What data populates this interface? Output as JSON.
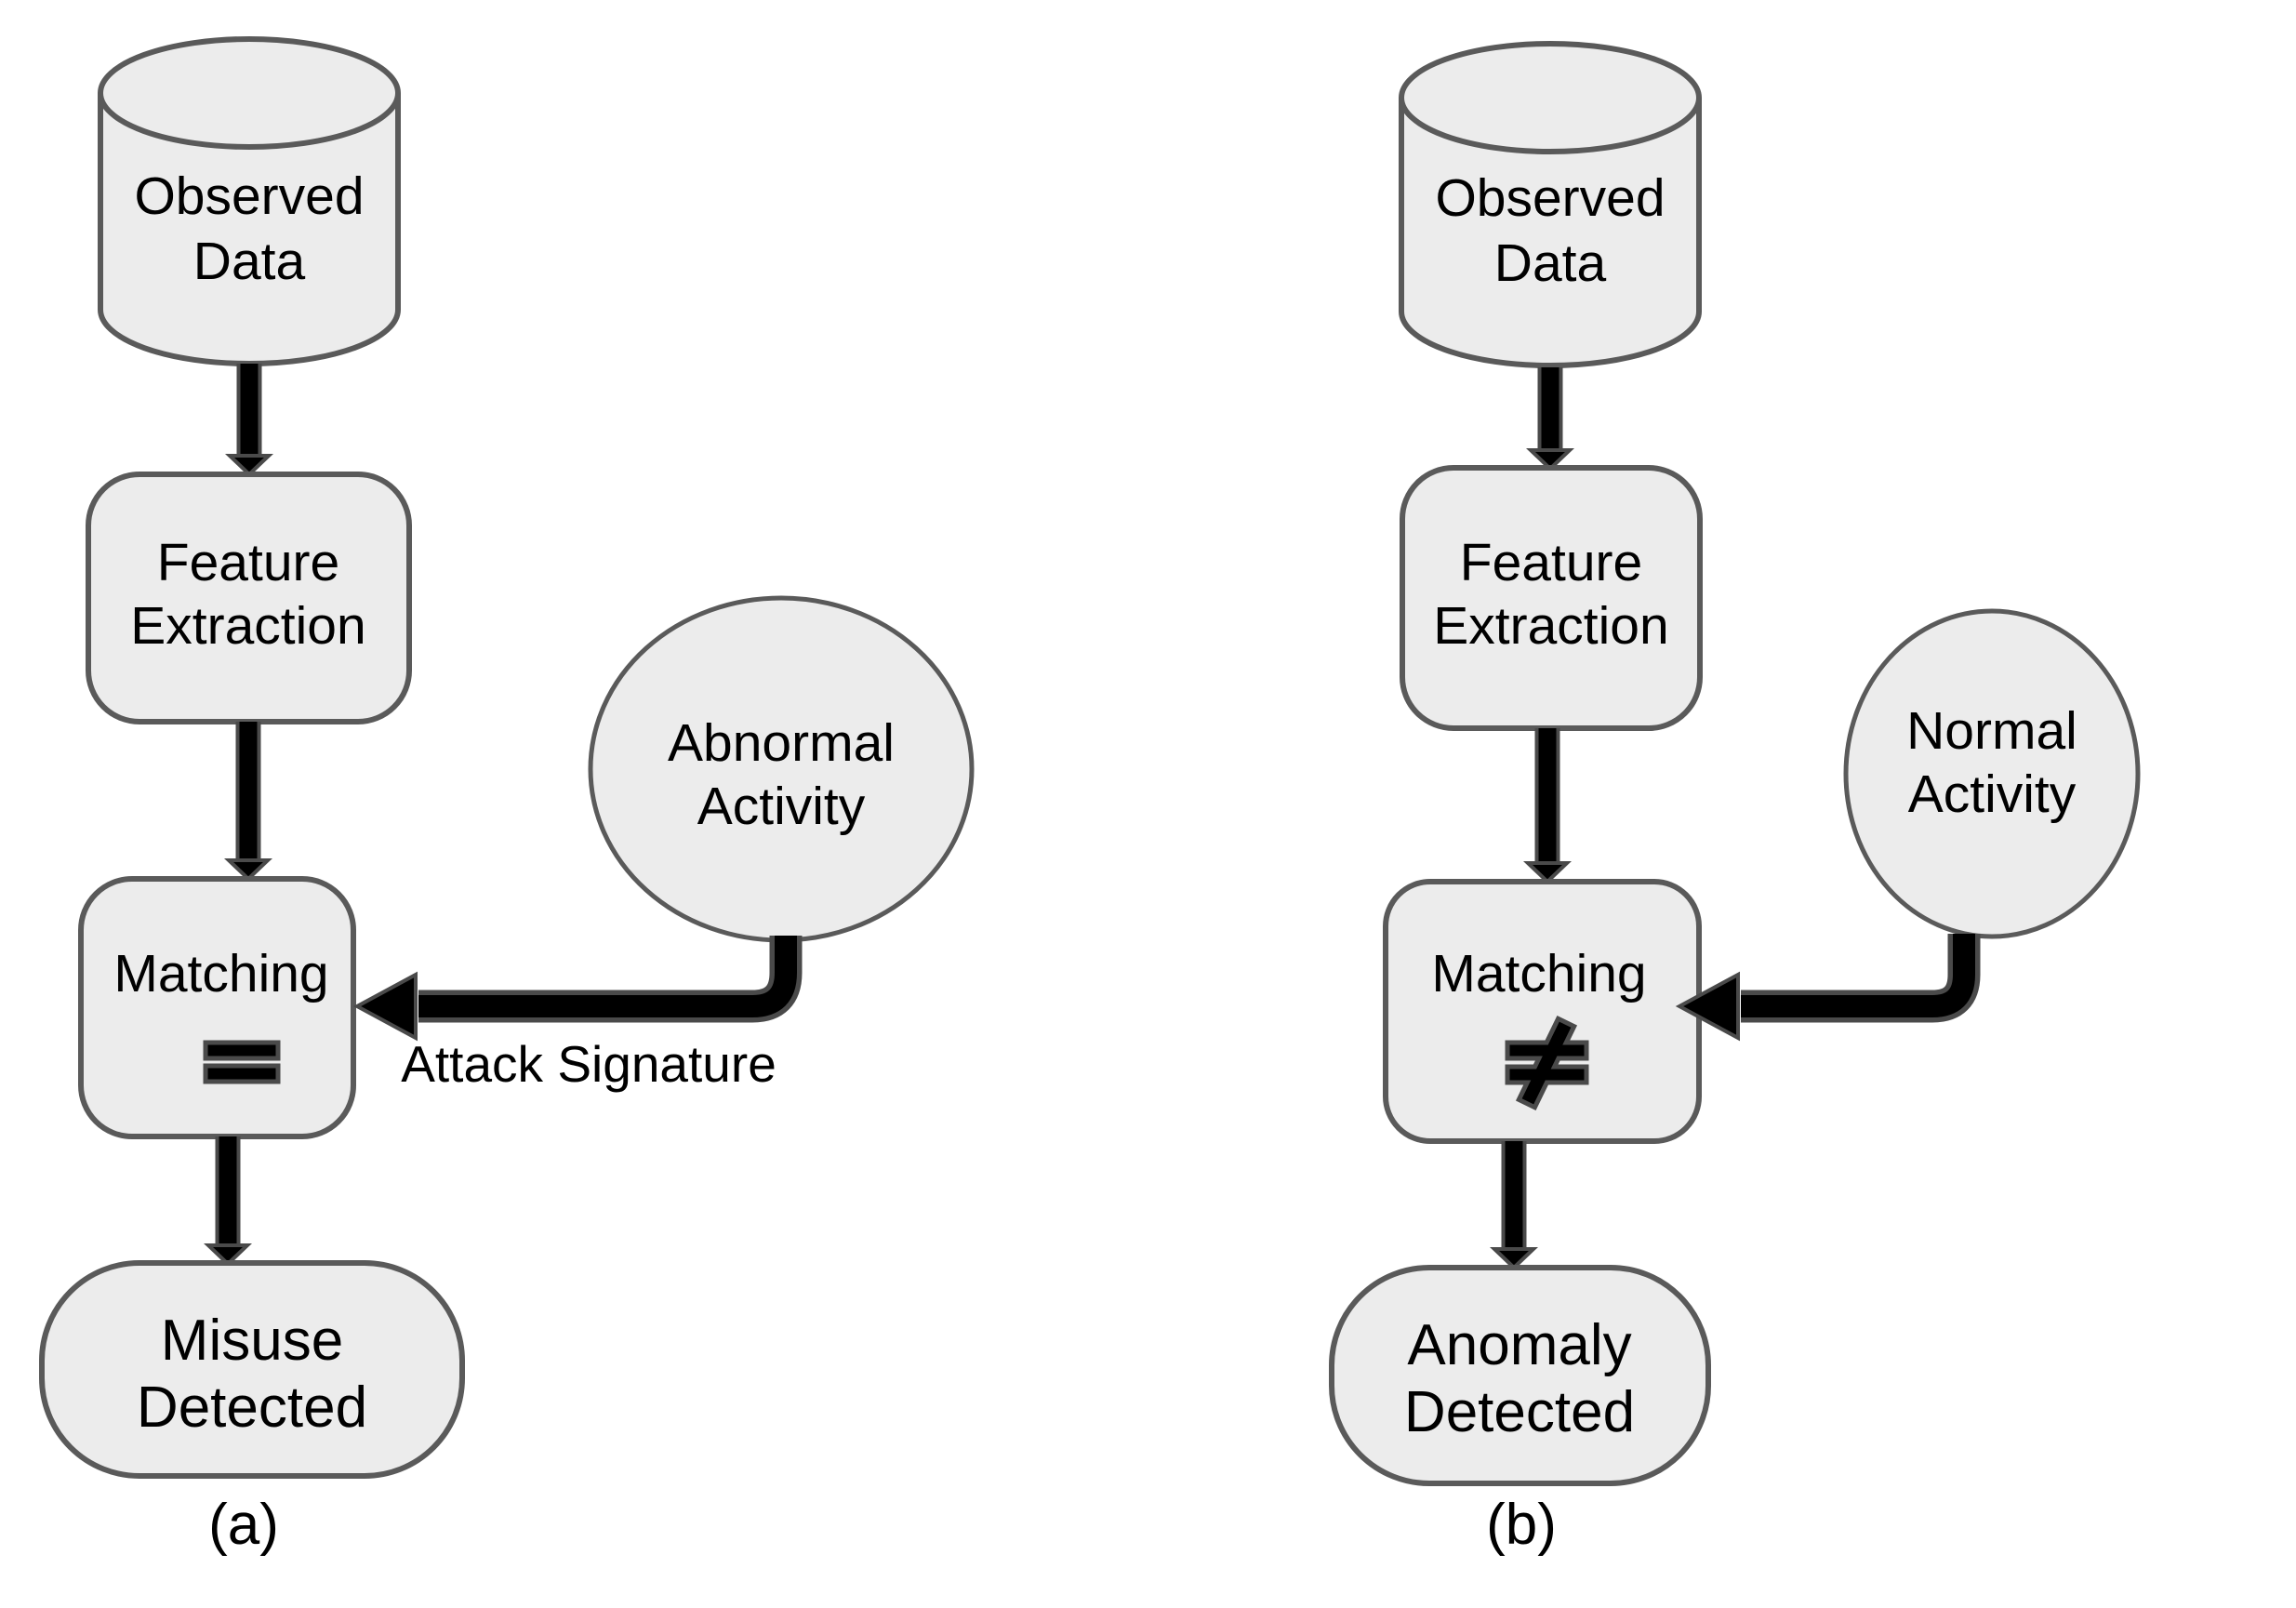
{
  "figure": {
    "background": "#ffffff",
    "colors": {
      "node_fill": "#ececec",
      "node_stroke": "#5a5a5a",
      "arrow_fill": "#000000",
      "arrow_outline": "#4a4a4a",
      "text": "#000000"
    },
    "diagram_a": {
      "caption": "(a)",
      "observed_data": {
        "line1": "Observed",
        "line2": "Data"
      },
      "feature_extraction": {
        "line1": "Feature",
        "line2": "Extraction"
      },
      "matching": {
        "label": "Matching",
        "symbol": "="
      },
      "misuse_detected": {
        "line1": "Misuse",
        "line2": "Detected"
      },
      "abnormal_activity": {
        "line1": "Abnormal",
        "line2": "Activity"
      },
      "edge_label": "Attack Signature"
    },
    "diagram_b": {
      "caption": "(b)",
      "observed_data": {
        "line1": "Observed",
        "line2": "Data"
      },
      "feature_extraction": {
        "line1": "Feature",
        "line2": "Extraction"
      },
      "matching": {
        "label": "Matching",
        "symbol": "≠"
      },
      "anomaly_detected": {
        "line1": "Anomaly",
        "line2": "Detected"
      },
      "normal_activity": {
        "line1": "Normal",
        "line2": "Activity"
      }
    }
  }
}
